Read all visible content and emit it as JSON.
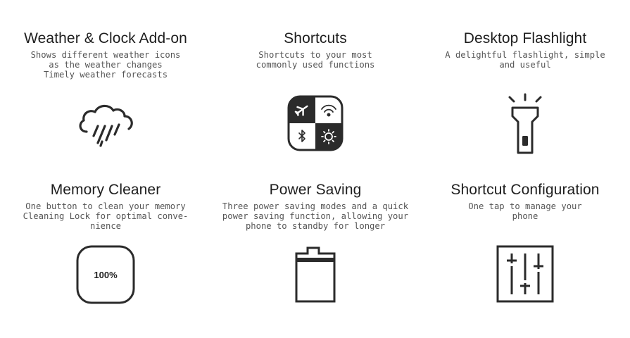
{
  "features": [
    {
      "title": "Weather & Clock Add-on",
      "desc": [
        "Shows different weather icons",
        "as the weather changes",
        "Timely weather forecasts"
      ],
      "icon": "weather-rain-cloud-icon"
    },
    {
      "title": "Shortcuts",
      "desc": [
        "Shortcuts to your most",
        "commonly used functions"
      ],
      "icon": "shortcuts-grid-icon"
    },
    {
      "title": "Desktop Flashlight",
      "desc": [
        "A delightful flashlight, simple",
        "and useful"
      ],
      "icon": "flashlight-icon"
    },
    {
      "title": "Memory Cleaner",
      "desc": [
        "One button to clean your memory",
        "Cleaning Lock for optimal conve-",
        "nience"
      ],
      "icon": "memory-cleaner-icon",
      "icon_label": "100%"
    },
    {
      "title": "Power Saving",
      "desc": [
        "Three power saving modes and a quick",
        "power saving function, allowing your",
        "phone to standby for longer"
      ],
      "icon": "battery-icon"
    },
    {
      "title": "Shortcut Configuration",
      "desc": [
        "One tap to manage your",
        "phone"
      ],
      "icon": "sliders-config-icon"
    }
  ],
  "colors": {
    "icon_stroke": "#2b2b2b",
    "title_text": "#1e1e1e",
    "desc_text": "#555555",
    "background": "#ffffff"
  }
}
